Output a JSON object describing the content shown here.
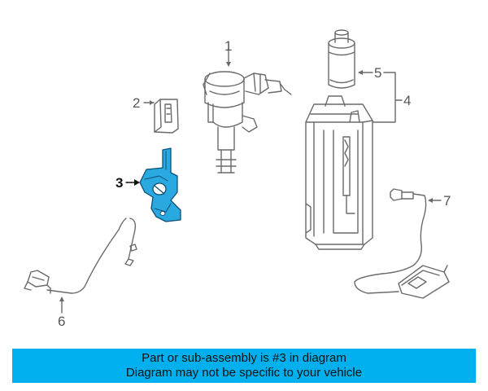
{
  "diagram": {
    "callouts": {
      "c1": "1",
      "c2": "2",
      "c3": "3",
      "c4": "4",
      "c5": "5",
      "c6": "6",
      "c7": "7"
    },
    "highlight_color": "#29a9e0",
    "line_color": "#6a6a6a"
  },
  "banner": {
    "line1": "Part or sub-assembly is #3 in diagram",
    "line2": "Diagram may not be specific to your vehicle",
    "background_color": "#00b0ee"
  }
}
